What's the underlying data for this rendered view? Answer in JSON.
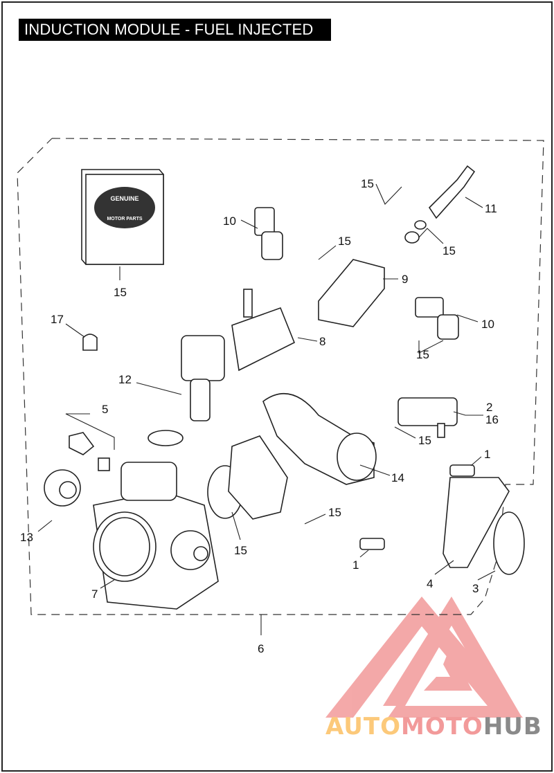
{
  "title": "INDUCTION MODULE - FUEL INJECTED",
  "callouts": [
    "15",
    "17",
    "12",
    "5",
    "13",
    "7",
    "15",
    "6",
    "10",
    "15",
    "15",
    "11",
    "15",
    "9",
    "8",
    "10",
    "15",
    "2",
    "16",
    "15",
    "14",
    "1",
    "15",
    "1",
    "4",
    "3"
  ],
  "kit_box": {
    "line1": "GENUINE",
    "line2": "MOTOR PARTS"
  },
  "watermark": {
    "part1": "AUTO",
    "part2": "MOTO",
    "part3": "HUB",
    "colors": [
      "#fcc97a",
      "#f29a9a",
      "#8a8a8a"
    ]
  }
}
